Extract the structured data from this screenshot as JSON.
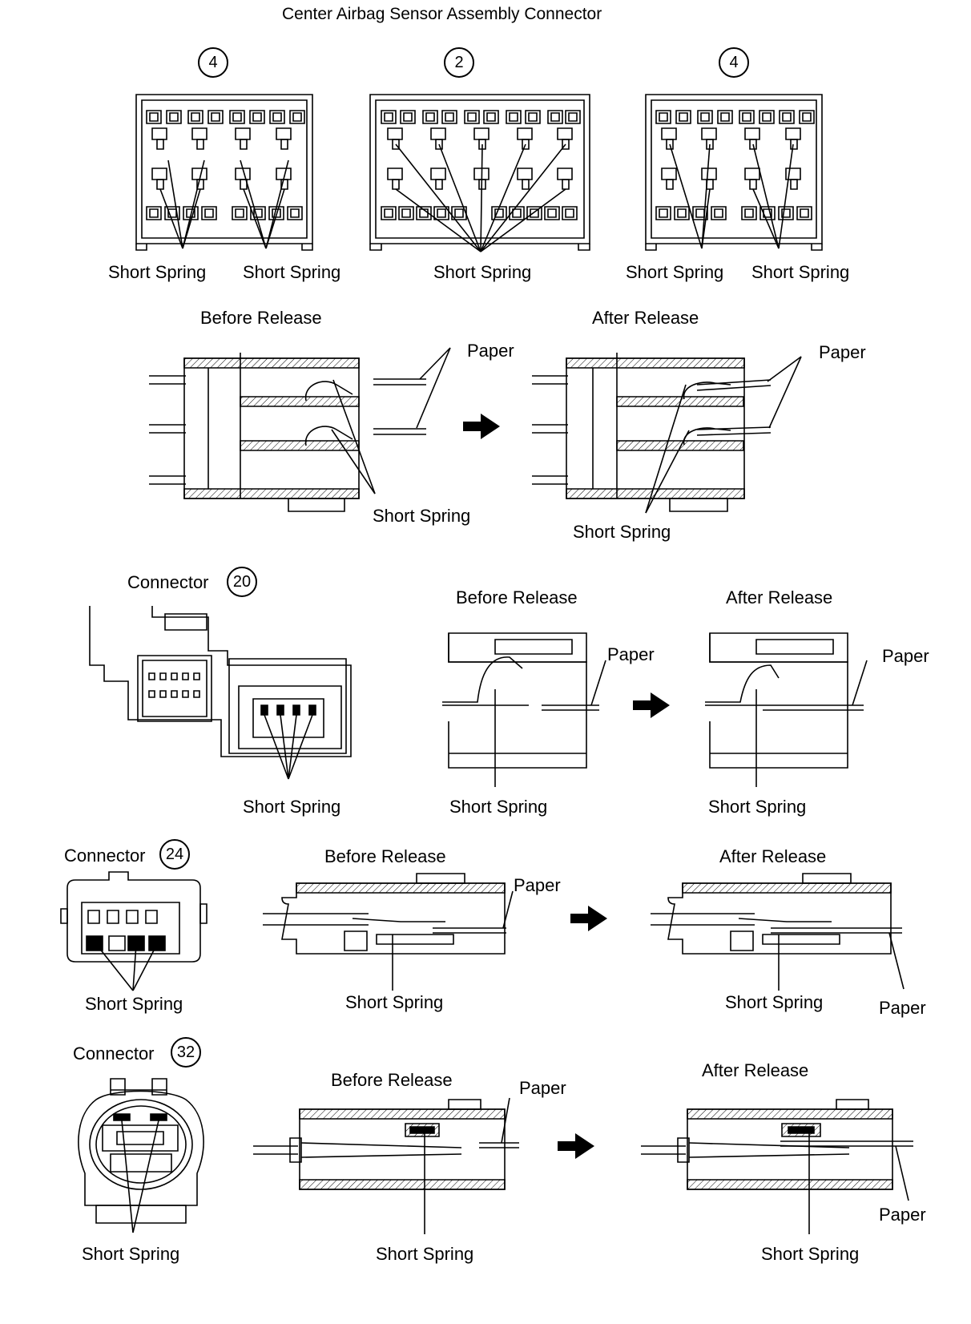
{
  "title": "Center Airbag Sensor Assembly Connector",
  "labels": {
    "short_spring": "Short Spring",
    "paper": "Paper",
    "before_release": "Before Release",
    "after_release": "After Release",
    "connector": "Connector"
  },
  "connector_numbers": {
    "center_left": "4",
    "center_middle": "2",
    "center_right": "4",
    "c20": "20",
    "c24": "24",
    "c32": "32"
  }
}
